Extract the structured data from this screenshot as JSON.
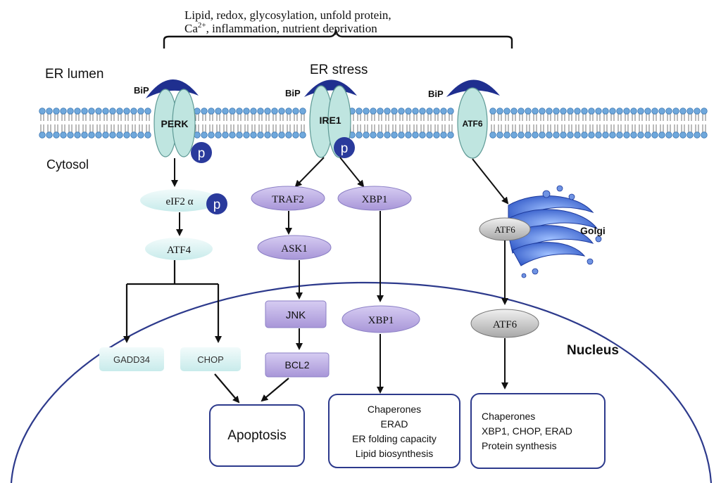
{
  "stress": {
    "line1": "Lipid, redox, glycosylation, unfold protein,",
    "line2_prefix": "Ca",
    "line2_sup": "2+",
    "line2_rest": ", inflammation, nutrient deprivation",
    "title": "ER stress"
  },
  "compartments": {
    "er_lumen": "ER lumen",
    "cytosol": "Cytosol",
    "nucleus": "Nucleus",
    "golgi": "Golgi"
  },
  "sensors": {
    "bip": "BiP",
    "perk": "PERK",
    "ire1": "IRE1",
    "atf6": "ATF6",
    "phospho": "p"
  },
  "perk_branch": {
    "eif2a": "eIF2 α",
    "atf4": "ATF4",
    "gadd34": "GADD34",
    "chop": "CHOP"
  },
  "ire1_branch": {
    "traf2": "TRAF2",
    "ask1": "ASK1",
    "jnk": "JNK",
    "bcl2": "BCL2",
    "xbp1": "XBP1",
    "xbp1_nuclear": "XBP1"
  },
  "atf6_branch": {
    "atf6_golgi": "ATF6",
    "atf6_nuclear": "ATF6"
  },
  "outcomes": {
    "apoptosis": "Apoptosis",
    "xbp1_targets": [
      "Chaperones",
      "ERAD",
      "ER folding capacity",
      "Lipid biosynthesis"
    ],
    "atf6_targets": [
      "Chaperones",
      "XBP1, CHOP, ERAD",
      "Protein synthesis"
    ]
  },
  "colors": {
    "membrane_head": "#6fa8dc",
    "sensor_fill": "#bfe5e0",
    "bip_fill": "#1f2f8f",
    "phospho_fill": "#2a3a9c",
    "ire1_node_fill": "#c3b6e6",
    "perk_node_fill": "#dff2f2",
    "gray_node_fill": "#d4d4d4",
    "golgi_fill": "#5a84d6",
    "nucleus_stroke": "#2d3a8c"
  }
}
